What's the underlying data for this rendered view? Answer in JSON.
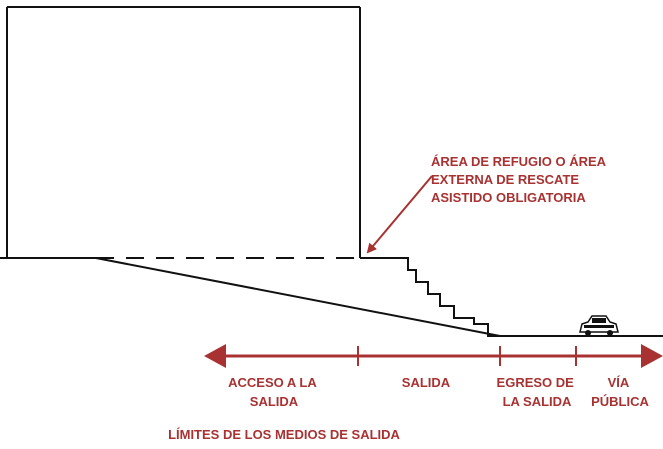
{
  "accent_color": "#a83232",
  "line_color": "#111111",
  "callout": {
    "lines": [
      "ÁREA DE REFUGIO O ÁREA",
      "EXTERNA DE RESCATE",
      "ASISTIDO OBLIGATORIA"
    ]
  },
  "segments": {
    "access": [
      "ACCESO A LA",
      "SALIDA"
    ],
    "exit": [
      "SALIDA"
    ],
    "discharge": [
      "EGRESO DE",
      "LA SALIDA"
    ],
    "public_way": [
      "VÍA",
      "PÚBLICA"
    ]
  },
  "footer": {
    "title": "LÍMITES DE LOS MEDIOS DE SALIDA"
  },
  "icons": {
    "vehicle": "car-icon"
  }
}
